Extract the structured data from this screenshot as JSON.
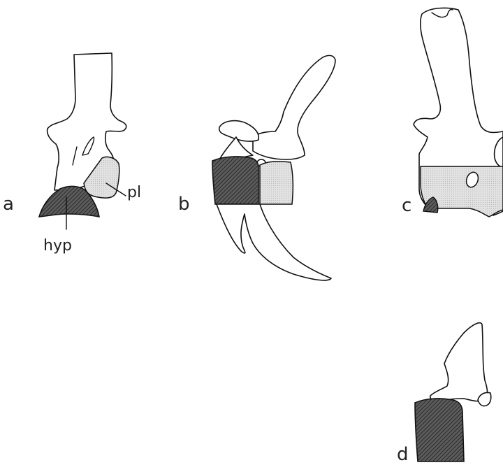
{
  "figure": {
    "panels": [
      {
        "id": "a",
        "label": "a"
      },
      {
        "id": "b",
        "label": "b"
      },
      {
        "id": "c",
        "label": "c"
      },
      {
        "id": "d",
        "label": "d"
      }
    ],
    "annotations": {
      "hyp": "hyp",
      "pl": "pl"
    },
    "legend_colors": {
      "hypocentrum_fill": "#4a4a4a",
      "pleurocentrum_fill": "#dcdcdc",
      "outline": "#111111"
    }
  }
}
